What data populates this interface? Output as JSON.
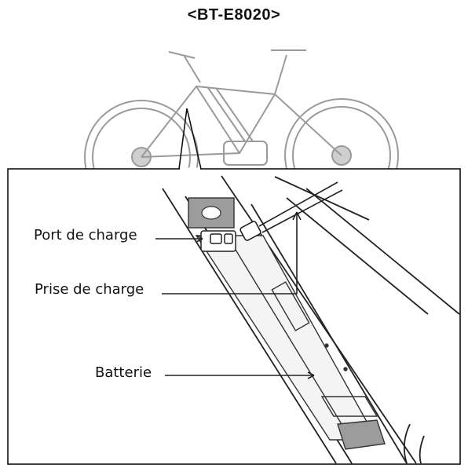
{
  "title": "<BT-E8020>",
  "labels": {
    "charge_port": "Port de charge",
    "charge_plug": "Prise de charge",
    "battery": "Batterie"
  }
}
